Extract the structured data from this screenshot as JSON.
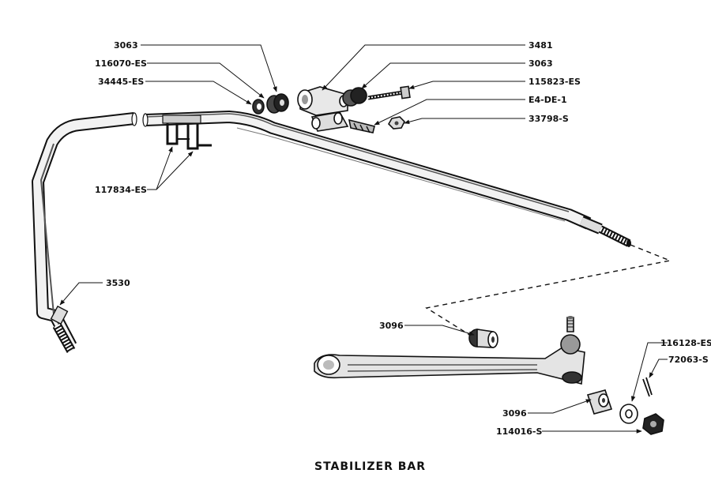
{
  "title": "STABILIZER BAR",
  "labels": {
    "l3063a": "3063",
    "l116070": "116070-ES",
    "l34445": "34445-ES",
    "l3481": "3481",
    "l3063b": "3063",
    "l115823": "115823-ES",
    "le4de1": "E4-DE-1",
    "l33798": "33798-S",
    "l117834": "117834-ES",
    "l3530": "3530",
    "l3096a": "3096",
    "l116128": "116128-ES",
    "l72063": "72063-S",
    "l3096b": "3096",
    "l114016": "114016-S"
  }
}
